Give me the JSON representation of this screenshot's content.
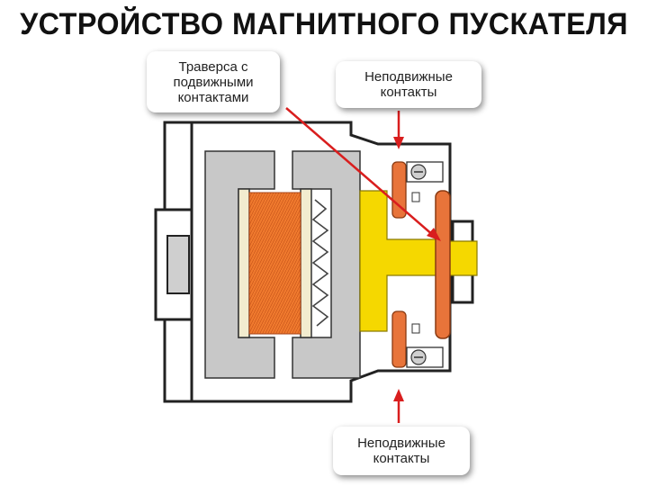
{
  "title": "УСТРОЙСТВО МАГНИТНОГО ПУСКАТЕЛЯ",
  "labels": {
    "traverse": "Траверса с подвижными контактами",
    "fixed_top": "Неподвижные контакты",
    "fixed_bottom": "Неподвижные контакты"
  },
  "colors": {
    "body_outline": "#222222",
    "core": "#c8c8c8",
    "coil": "#f07a2e",
    "bobbin": "#f2eccf",
    "traverse": "#f5d800",
    "contacts": "#e8743a",
    "arrow": "#d91e1e"
  }
}
